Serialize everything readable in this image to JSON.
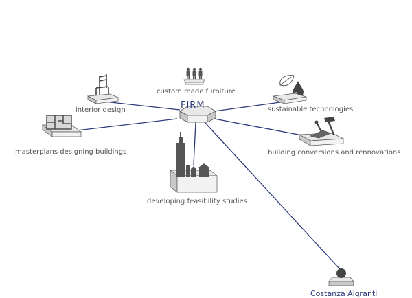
{
  "hub": {
    "label": "FIRM"
  },
  "nodes": [
    {
      "id": "furniture",
      "label": "custom made furniture",
      "icon": "people-figures-icon"
    },
    {
      "id": "interior",
      "label": "interior design",
      "icon": "chair-icon"
    },
    {
      "id": "sustainable",
      "label": "sustainable technologies",
      "icon": "leaf-water-drop-icon"
    },
    {
      "id": "masterplans",
      "label": "masterplans designing buildings",
      "icon": "floor-plan-icon"
    },
    {
      "id": "conversions",
      "label": "building conversions and rennovations",
      "icon": "trowel-hammer-icon"
    },
    {
      "id": "feasibility",
      "label": "developing feasibility studies",
      "icon": "skyline-buildings-icon"
    },
    {
      "id": "person",
      "label": "Costanza Algranti",
      "icon": "ball-icon"
    }
  ],
  "colors": {
    "line": "#2c3a7a",
    "pedestal_top": "#e8e8e8",
    "pedestal_side": "#c9c9c9",
    "icon": "#555555"
  }
}
